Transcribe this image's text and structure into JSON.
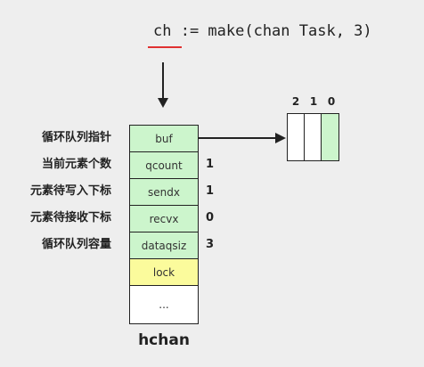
{
  "code": {
    "text": "ch := make(chan Task, 3)"
  },
  "hchan": {
    "title": "hchan",
    "fields": [
      {
        "name": "buf",
        "label": "循环队列指针",
        "value": ""
      },
      {
        "name": "qcount",
        "label": "当前元素个数",
        "value": "1"
      },
      {
        "name": "sendx",
        "label": "元素待写入下标",
        "value": "1"
      },
      {
        "name": "recvx",
        "label": "元素待接收下标",
        "value": "0"
      },
      {
        "name": "dataqsiz",
        "label": "循环队列容量",
        "value": "3"
      },
      {
        "name": "lock",
        "label": "",
        "value": ""
      },
      {
        "name": "...",
        "label": "",
        "value": ""
      }
    ]
  },
  "ring_buffer": {
    "slot_labels": [
      "2",
      "1",
      "0"
    ],
    "filled": [
      false,
      false,
      true
    ]
  },
  "colors": {
    "field_fill": "#ccf5cc",
    "lock_fill": "#fbfb9c",
    "underline": "#e03030",
    "background": "#eeeeee"
  }
}
